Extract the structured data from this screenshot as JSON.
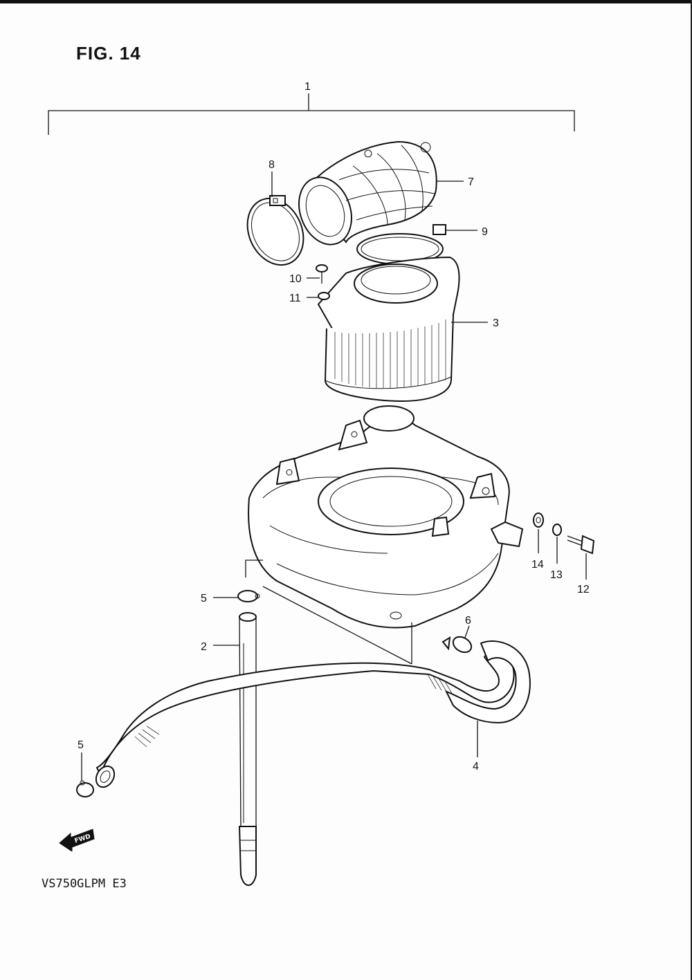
{
  "figure": {
    "title": "FIG. 14",
    "model_code": "VS750GLPM E3",
    "fwd_label": "FWD"
  },
  "callouts": [
    {
      "id": "1",
      "text": "1"
    },
    {
      "id": "2",
      "text": "2"
    },
    {
      "id": "3",
      "text": "3"
    },
    {
      "id": "4",
      "text": "4"
    },
    {
      "id": "5a",
      "text": "5"
    },
    {
      "id": "5b",
      "text": "5"
    },
    {
      "id": "6",
      "text": "6"
    },
    {
      "id": "7",
      "text": "7"
    },
    {
      "id": "8",
      "text": "8"
    },
    {
      "id": "9",
      "text": "9"
    },
    {
      "id": "10",
      "text": "10"
    },
    {
      "id": "11",
      "text": "11"
    },
    {
      "id": "12",
      "text": "12"
    },
    {
      "id": "13",
      "text": "13"
    },
    {
      "id": "14",
      "text": "14"
    }
  ],
  "icons": {
    "fwd_arrow": "fwd-arrow-icon"
  },
  "colors": {
    "ink": "#111111",
    "paper": "#fdfdfd"
  }
}
